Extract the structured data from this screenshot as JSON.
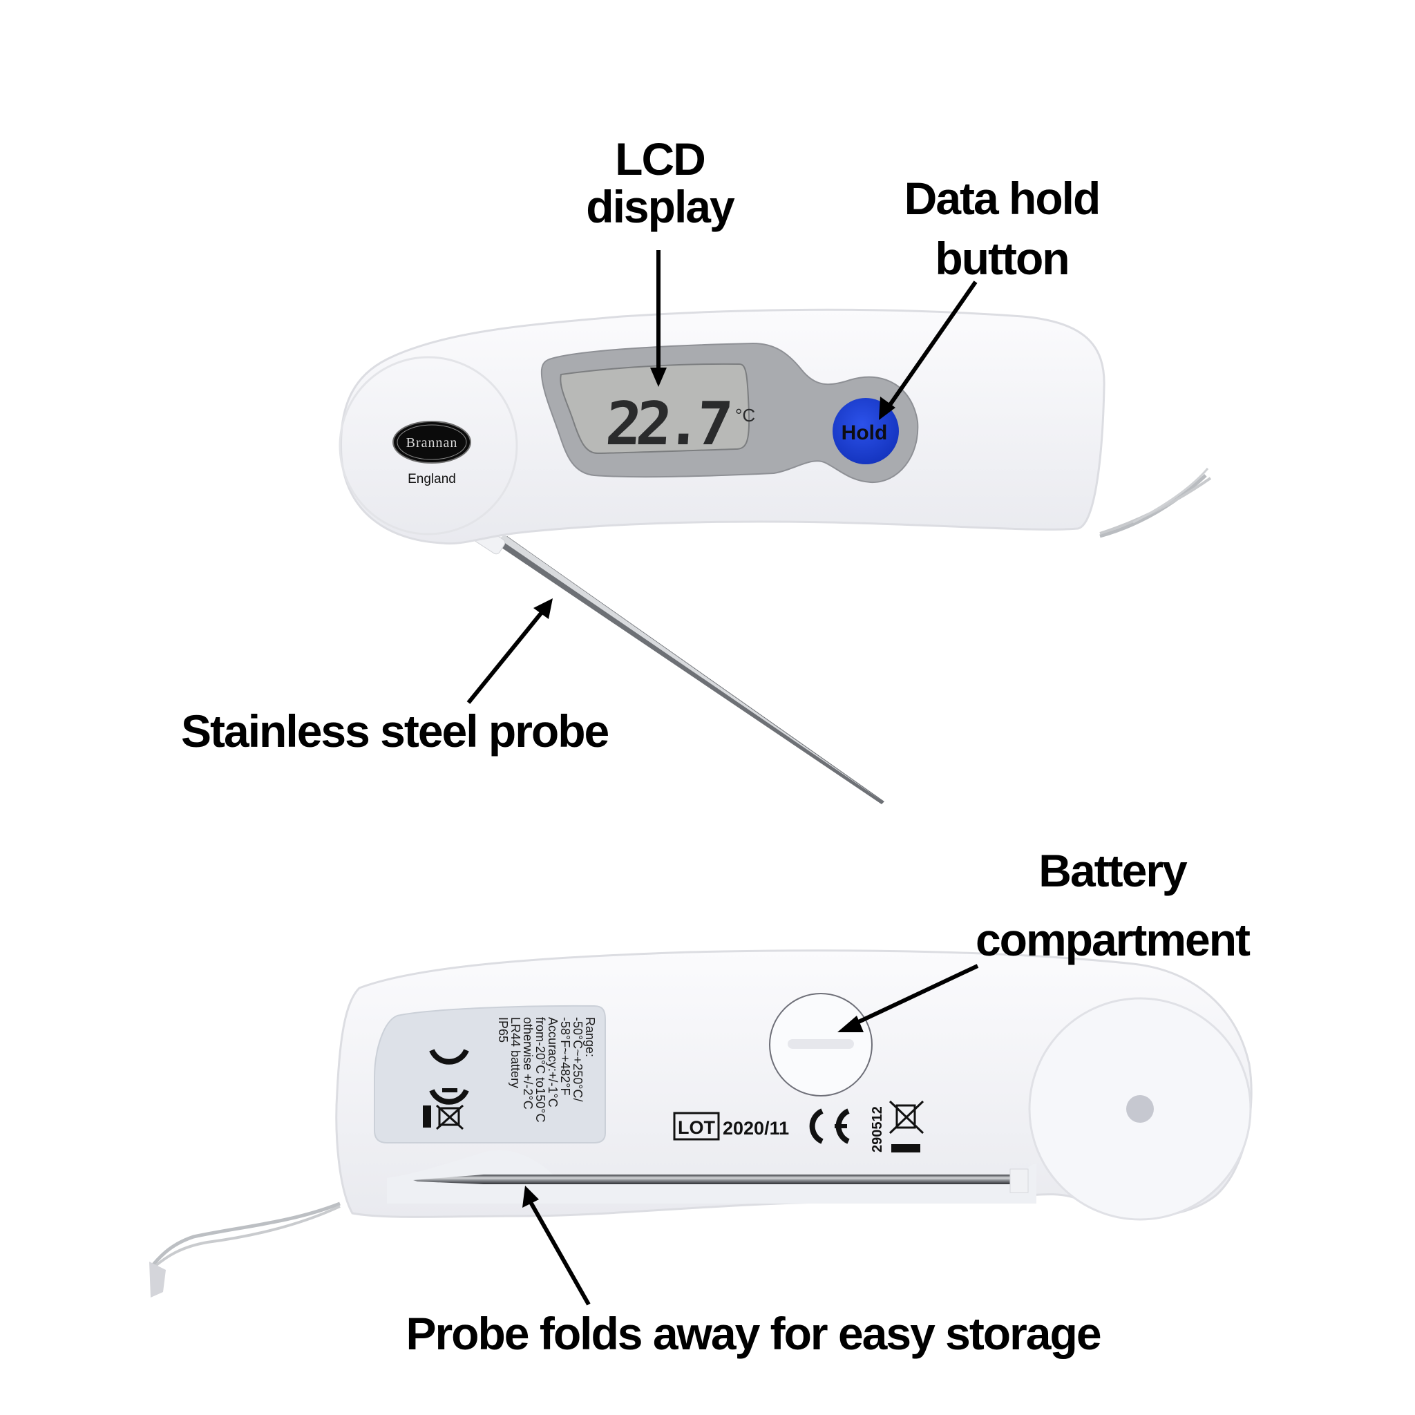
{
  "image": {
    "subject": "Brannan folding probe digital thermometer",
    "background": "#ffffff"
  },
  "labels": {
    "lcd": {
      "line1": "LCD",
      "line2": "display"
    },
    "hold": {
      "line1": "Data hold",
      "line2": "button"
    },
    "probe": {
      "text": "Stainless steel probe"
    },
    "battery": {
      "line1": "Battery",
      "line2": "compartment"
    },
    "storage": {
      "text": "Probe folds away for easy storage"
    }
  },
  "front": {
    "brand": "Brannan",
    "origin": "England",
    "lcd_reading": "22.7",
    "lcd_unit": "°C",
    "hold_button_label": "Hold",
    "colors": {
      "body": "#f4f5f8",
      "bezel": "#a9abaf",
      "lcd": "#b9bab8",
      "button": "#1f3fd0"
    }
  },
  "back": {
    "spec_sticker": [
      "Range:",
      "-50°C~+250°C/",
      "-58°F~+482°F",
      "Accuracy:+/-1°C",
      "from-20°C to150°C",
      "otherwise +/-2°C",
      "LR44 battery",
      "IP65"
    ],
    "lot_label": "LOT",
    "lot_number": "2020/11",
    "ce_mark": "CE",
    "code": "290512"
  }
}
